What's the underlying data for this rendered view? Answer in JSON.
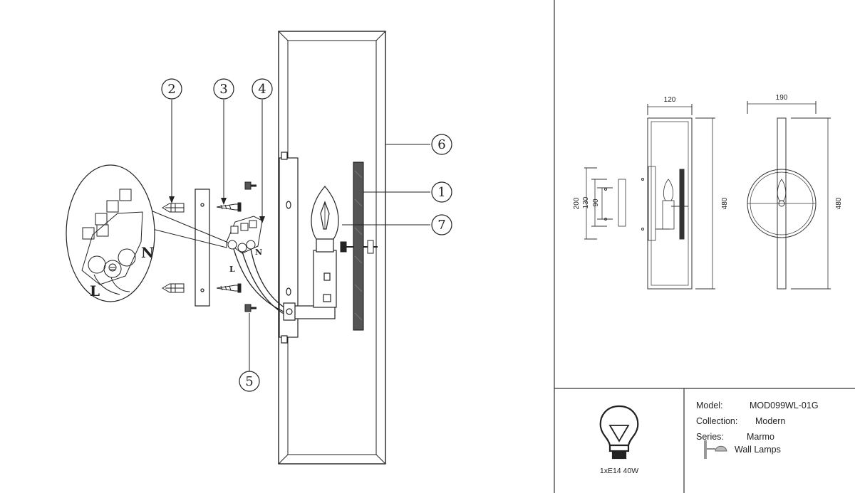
{
  "callouts": [
    "1",
    "2",
    "3",
    "4",
    "5",
    "6",
    "7"
  ],
  "wire_labels": {
    "neutral": "N",
    "live": "L"
  },
  "dimensions": {
    "front_width": "120",
    "side_width": "190",
    "height_front": "480",
    "height_side": "480",
    "bracket_200": "200",
    "bracket_130": "130",
    "bracket_90": "90"
  },
  "bulb_spec": "1xE14 40W",
  "specs": {
    "model_label": "Model:",
    "model_value": "MOD099WL-01G",
    "collection_label": "Collection:",
    "collection_value": "Modern",
    "series_label": "Series:",
    "series_value": "Marmo",
    "type_value": "Wall Lamps"
  },
  "icons": {
    "bulb": "light-bulb-icon",
    "wall_lamp": "wall-lamp-icon"
  }
}
